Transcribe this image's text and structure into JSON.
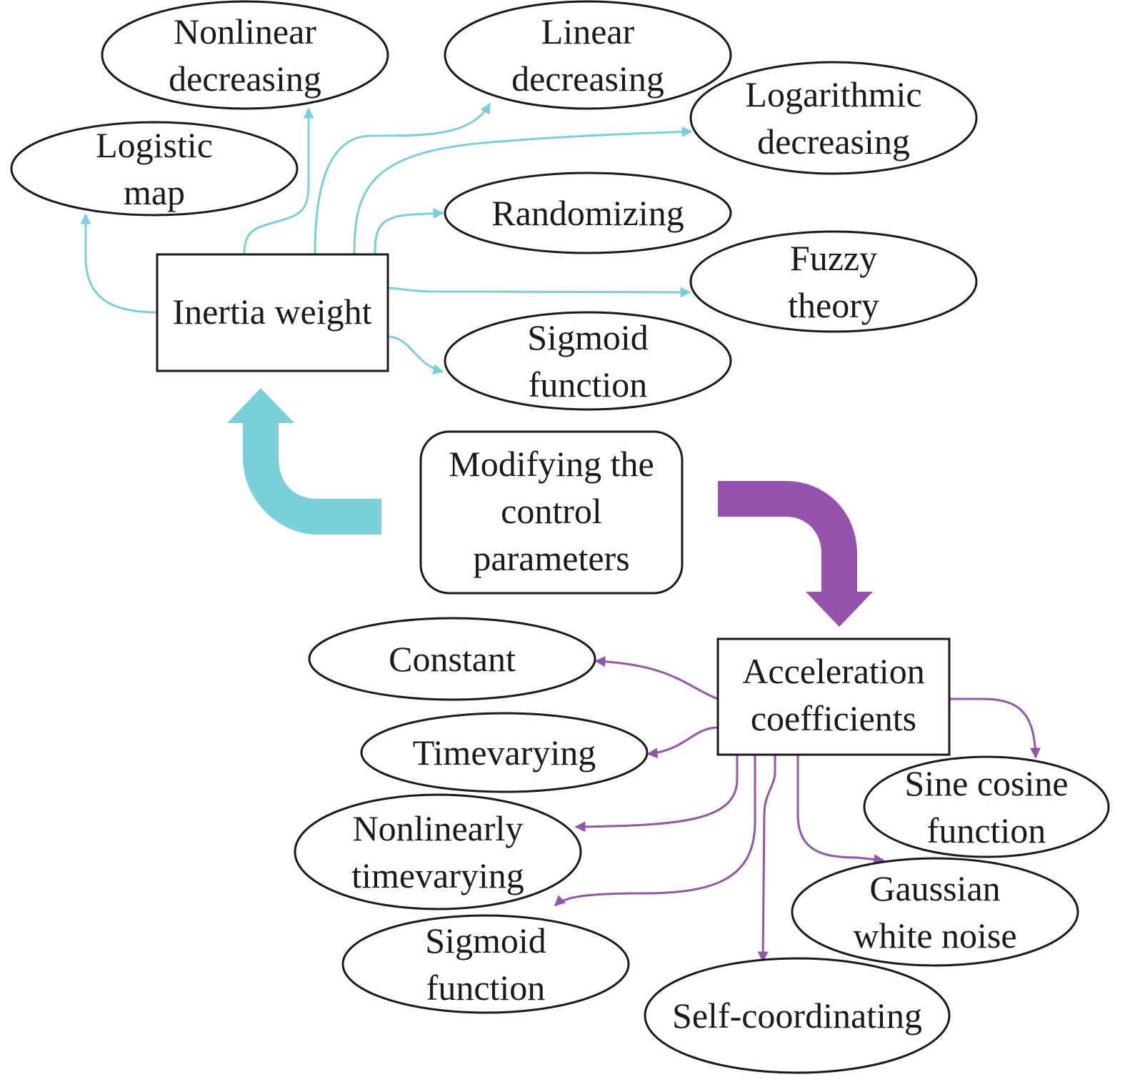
{
  "colors": {
    "inertia": "#79d0da",
    "acceleration": "#9653ad",
    "outline": "#1a1a1a"
  },
  "center": {
    "lines": [
      "Modifying the",
      "control",
      "parameters"
    ]
  },
  "inertia": {
    "label": "Inertia weight",
    "children": [
      {
        "id": "logistic-map",
        "lines": [
          "Logistic",
          "map"
        ]
      },
      {
        "id": "nonlinear-decreasing",
        "lines": [
          "Nonlinear",
          "decreasing"
        ]
      },
      {
        "id": "linear-decreasing",
        "lines": [
          "Linear",
          "decreasing"
        ]
      },
      {
        "id": "logarithmic-decreasing",
        "lines": [
          "Logarithmic",
          "decreasing"
        ]
      },
      {
        "id": "randomizing",
        "lines": [
          "Randomizing"
        ]
      },
      {
        "id": "fuzzy-theory",
        "lines": [
          "Fuzzy",
          "theory"
        ]
      },
      {
        "id": "sigmoid-function-iw",
        "lines": [
          "Sigmoid",
          "function"
        ]
      }
    ]
  },
  "acceleration": {
    "lines": [
      "Acceleration",
      "coefficients"
    ],
    "children": [
      {
        "id": "constant",
        "lines": [
          "Constant"
        ]
      },
      {
        "id": "timevarying",
        "lines": [
          "Timevarying"
        ]
      },
      {
        "id": "nonlinearly-timevarying",
        "lines": [
          "Nonlinearly",
          "timevarying"
        ]
      },
      {
        "id": "sigmoid-function-ac",
        "lines": [
          "Sigmoid",
          "function"
        ]
      },
      {
        "id": "self-coordinating",
        "lines": [
          "Self-coordinating"
        ]
      },
      {
        "id": "gaussian-white-noise",
        "lines": [
          "Gaussian",
          "white noise"
        ]
      },
      {
        "id": "sine-cosine-function",
        "lines": [
          "Sine cosine",
          "function"
        ]
      }
    ]
  }
}
